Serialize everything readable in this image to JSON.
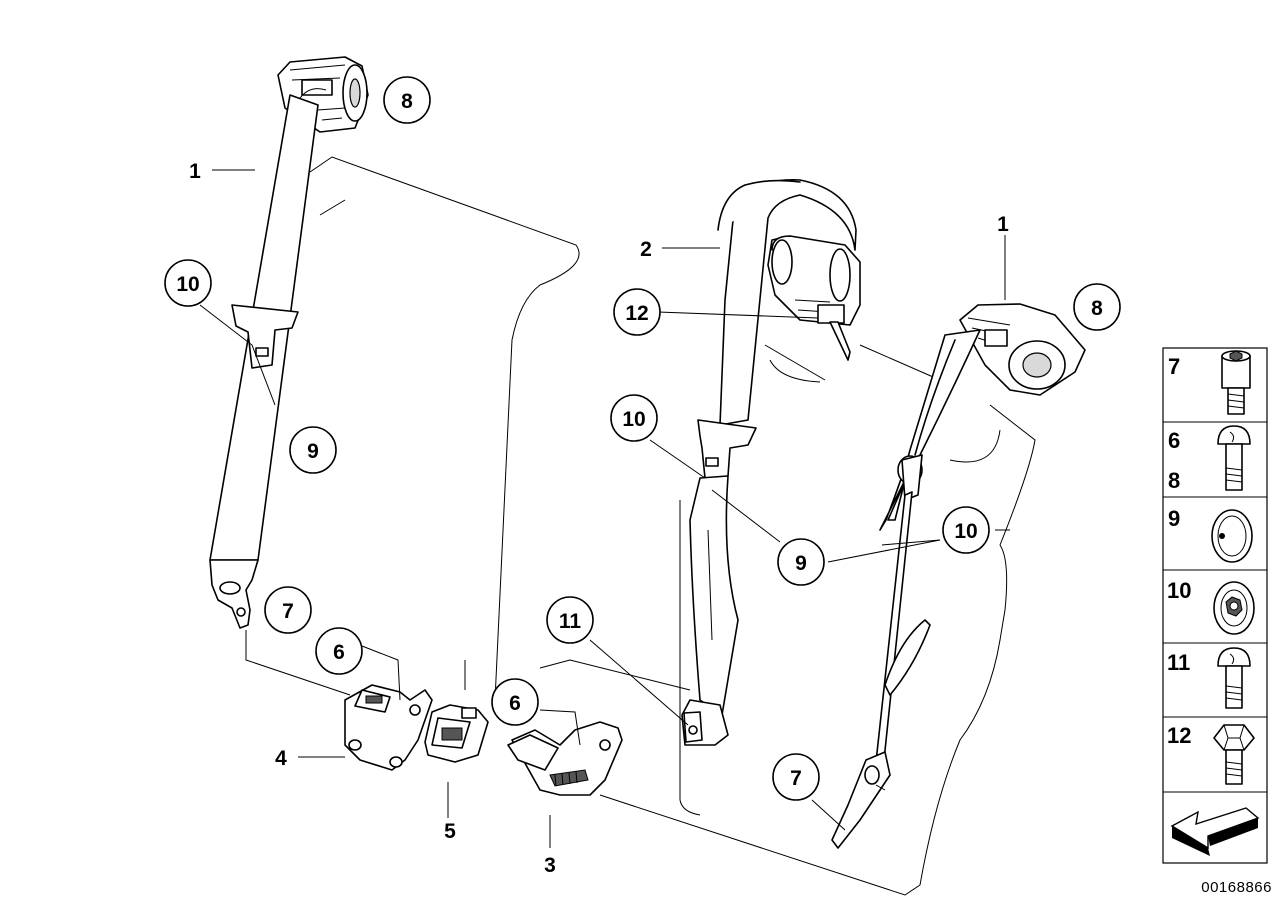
{
  "callouts": {
    "left_1": "1",
    "left_8": "8",
    "left_10": "10",
    "left_9": "9",
    "left_7": "7",
    "left_6": "6",
    "left_4": "4",
    "left_5": "5",
    "center_3": "3",
    "center_6": "6",
    "center_11": "11",
    "center_2": "2",
    "center_12": "12",
    "center_10": "10",
    "center_9": "9",
    "right_1": "1",
    "right_8": "8",
    "right_10": "10",
    "right_7": "7"
  },
  "legend": {
    "rows": [
      {
        "labels": [
          "7"
        ],
        "icon": "socket-head-bolt-icon"
      },
      {
        "labels": [
          "6",
          "8"
        ],
        "icon": "torx-head-bolt-icon"
      },
      {
        "labels": [
          "9"
        ],
        "icon": "round-cap-icon"
      },
      {
        "labels": [
          "10"
        ],
        "icon": "washer-nut-icon"
      },
      {
        "labels": [
          "11"
        ],
        "icon": "torx-head-bolt-icon"
      },
      {
        "labels": [
          "12"
        ],
        "icon": "hex-head-bolt-icon"
      }
    ],
    "footer_icon": "direction-arrow-icon"
  },
  "diagram_id": "00168866"
}
